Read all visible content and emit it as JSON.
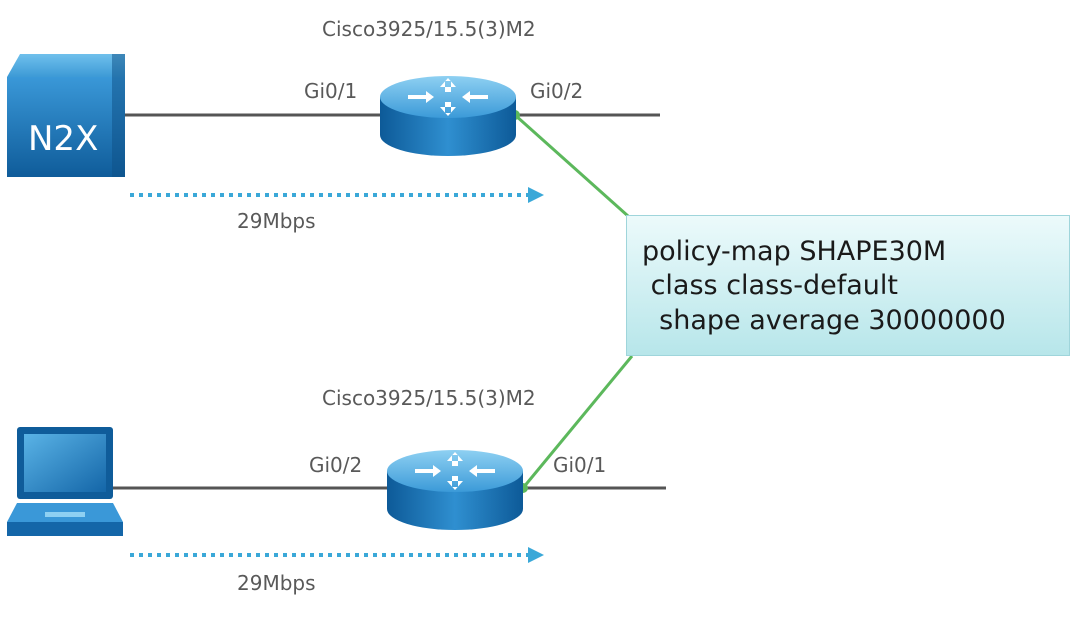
{
  "routers": [
    {
      "model": "Cisco3925/15.5(3)M2",
      "left_port": "Gi0/1",
      "right_port": "Gi0/2"
    },
    {
      "model": "Cisco3925/15.5(3)M2",
      "left_port": "Gi0/2",
      "right_port": "Gi0/1"
    }
  ],
  "devices": {
    "generator_label": "N2X"
  },
  "flows": [
    {
      "rate": "29Mbps"
    },
    {
      "rate": "29Mbps"
    }
  ],
  "config": {
    "lines": [
      "policy-map SHAPE30M",
      " class class-default",
      "  shape average 30000000"
    ]
  },
  "colors": {
    "link": "#555555",
    "callout_line": "#5cb85c",
    "flow_arrow": "#3aa8d8",
    "device_blue": "#1d73b5"
  }
}
